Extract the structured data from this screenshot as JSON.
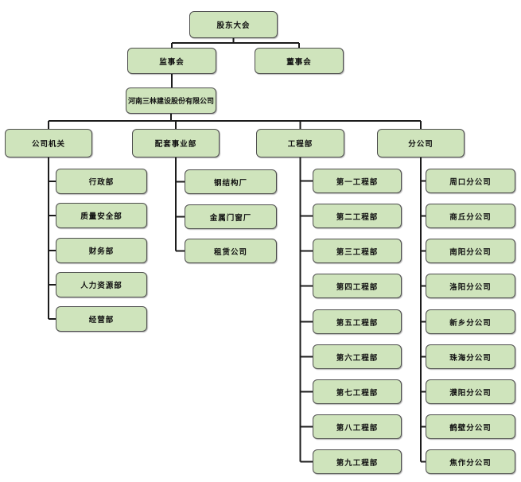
{
  "org": {
    "root": {
      "label": "股东大会"
    },
    "governance": [
      {
        "label": "监事会"
      },
      {
        "label": "董事会"
      }
    ],
    "company": {
      "label": "河南三林建设股份有限公司"
    },
    "departments": [
      {
        "label": "公司机关",
        "children": [
          "行政部",
          "质量安全部",
          "财务部",
          "人力资源部",
          "经营部"
        ]
      },
      {
        "label": "配套事业部",
        "children": [
          "钢结构厂",
          "金属门窗厂",
          "租赁公司"
        ]
      },
      {
        "label": "工程部",
        "children": [
          "第一工程部",
          "第二工程部",
          "第三工程部",
          "第四工程部",
          "第五工程部",
          "第六工程部",
          "第七工程部",
          "第八工程部",
          "第九工程部"
        ]
      },
      {
        "label": "分公司",
        "children": [
          "周口分公司",
          "商丘分公司",
          "南阳分公司",
          "洛阳分公司",
          "新乡分公司",
          "珠海分公司",
          "濮阳分公司",
          "鹤壁分公司",
          "焦作分公司"
        ]
      }
    ],
    "colors": {
      "box_fill": "#cfe4bc",
      "box_border": "#4d4d4d",
      "line": "#1c1c1c",
      "text": "#111111"
    }
  }
}
